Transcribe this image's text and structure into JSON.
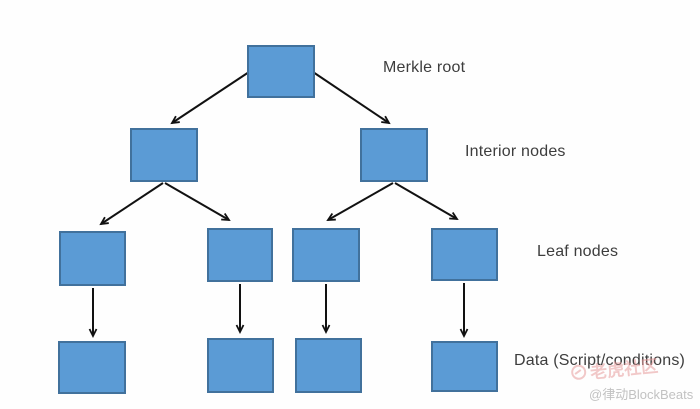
{
  "diagram": {
    "type": "merkle-tree",
    "row_labels": {
      "root": "Merkle root",
      "interior": "Interior nodes",
      "leaf": "Leaf nodes",
      "data": "Data (Script/conditions)"
    },
    "levels": [
      {
        "name": "root",
        "nodes": 1
      },
      {
        "name": "interior",
        "nodes": 2
      },
      {
        "name": "leaf",
        "nodes": 4
      },
      {
        "name": "data",
        "nodes": 4
      }
    ],
    "edges": [
      "root→interior-1",
      "root→interior-2",
      "interior-1→leaf-1",
      "interior-1→leaf-2",
      "interior-2→leaf-3",
      "interior-2→leaf-4",
      "leaf-1→data-1",
      "leaf-2→data-2",
      "leaf-3→data-3",
      "leaf-4→data-4"
    ],
    "colors": {
      "node_fill": "#5b9bd5",
      "node_border": "#41719c",
      "arrow": "#111111",
      "label_text": "#3d3d3d"
    }
  },
  "watermark": {
    "community_badge": "老虎社区",
    "credit": "@律动BlockBeats",
    "badge_color": "#e89c9c",
    "credit_color": "#c2c2c2"
  }
}
